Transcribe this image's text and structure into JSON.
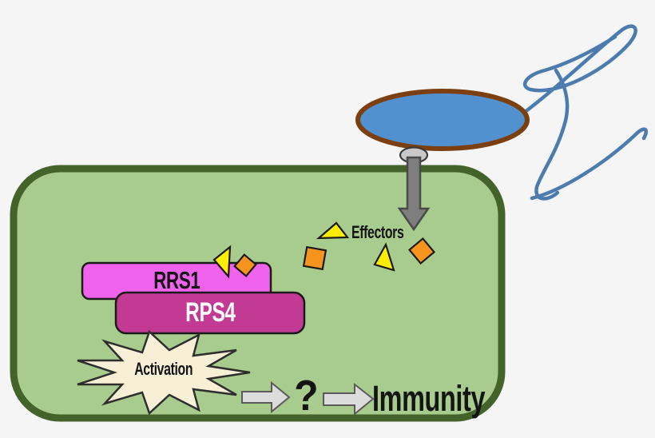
{
  "labels": {
    "effectors": "Effectors",
    "rrs1": "RRS1",
    "rps4": "RPS4",
    "activation": "Activation",
    "question": "?",
    "immunity": "Immunity"
  },
  "effector_shapes": {
    "triangle_count": 3,
    "diamond_count": 3
  },
  "colors": {
    "background": "#f5f5f6",
    "cell_fill": "#a8cc8e",
    "cell_border": "#44632a",
    "pathogen_fill": "#5291d0",
    "pathogen_border": "#7c3f10",
    "flagella_stroke": "#4c7cae",
    "pilus_fill": "#c9c9c9",
    "secretion_arrow_fill": "#7e7e7e",
    "secretion_arrow_stroke": "#4a4a4a",
    "effector_yellow": "#ffee00",
    "effector_orange": "#f7941d",
    "shape_outline": "#1a1a1a",
    "rrs1_fill": "#ef63ec",
    "rps4_fill": "#c23a94",
    "rps4_text": "#ffffff",
    "activation_fill": "#f7f0d7",
    "flow_arrow_fill": "#dcdcdc",
    "flow_arrow_stroke": "#5a5a5a",
    "text_color": "#141414"
  }
}
